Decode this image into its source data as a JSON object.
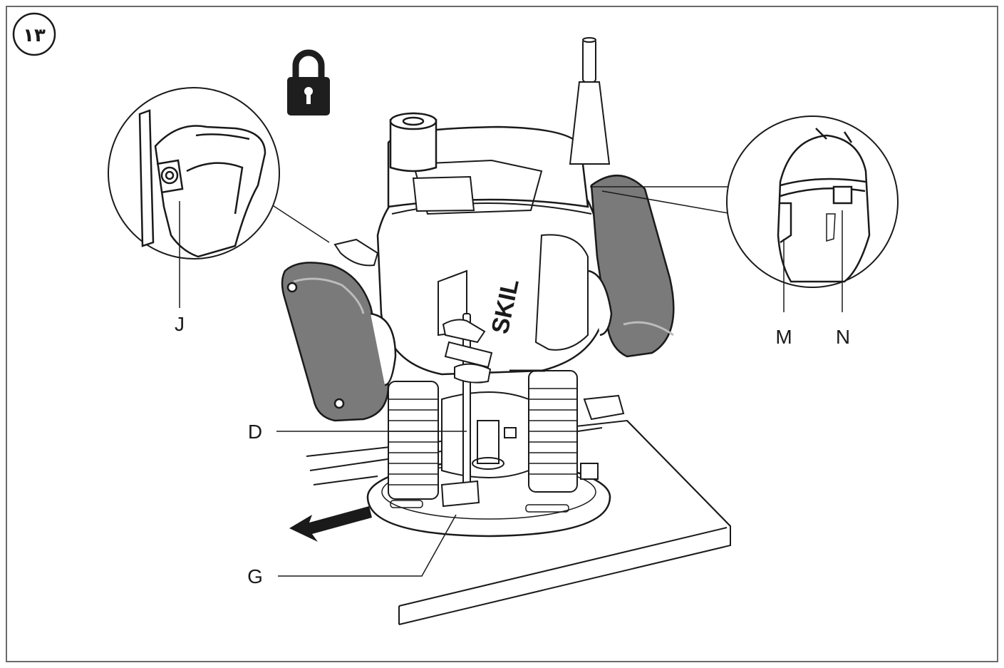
{
  "figure": {
    "number": "۱۳"
  },
  "labels": {
    "J": "J",
    "M": "M",
    "N": "N",
    "D": "D",
    "G": "G"
  },
  "brand": "SKIL",
  "icons": {
    "lock": "padlock-locked-icon",
    "direction": "arrow-left-icon"
  },
  "colors": {
    "line": "#1a1a1a",
    "grip": "#7a7a7a",
    "lock": "#1e1e1e",
    "frame": "#6b6b6b"
  }
}
